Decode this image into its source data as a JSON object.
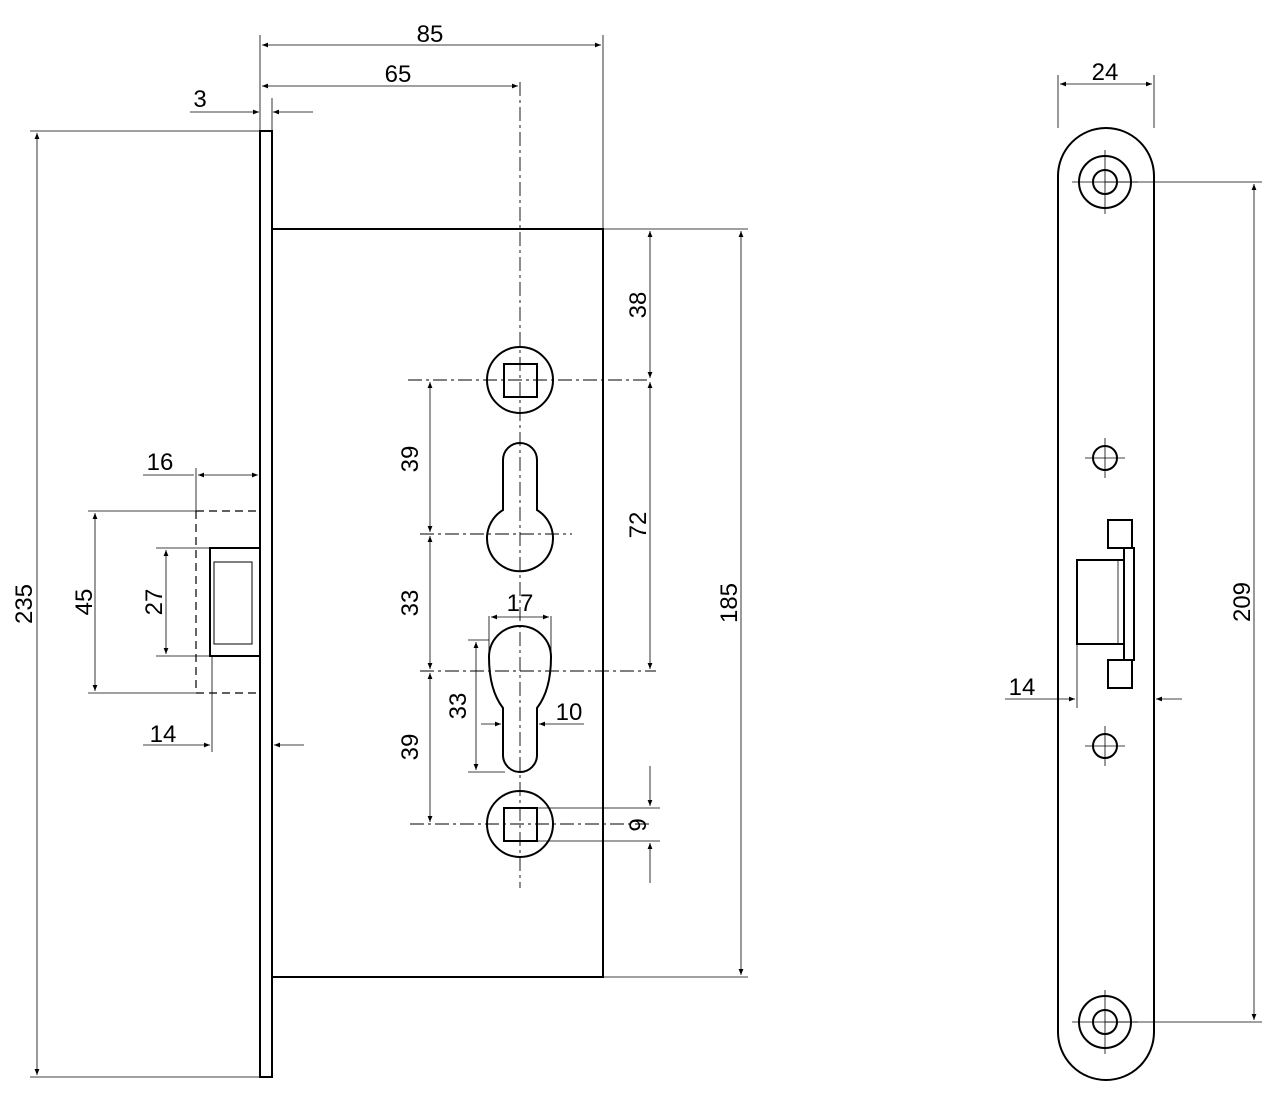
{
  "dimensions": {
    "lock_depth": "85",
    "backset": "65",
    "faceplate_thickness": "3",
    "total_faceplate_height": "235",
    "case_height": "185",
    "handle_top_offset": "38",
    "handle_to_keyhole": "39",
    "keyhole_to_cylinder": "33",
    "handle_spindle_distance": "72",
    "cylinder_to_lower_spindle": "39",
    "cylinder_width": "17",
    "cylinder_inner_height": "33",
    "cylinder_neck_width": "10",
    "lower_square": "9",
    "latch_projection": "16",
    "latch_opening": "45",
    "latch_height": "27",
    "latch_offset": "14",
    "strike_width": "24",
    "strike_hole_distance": "209",
    "strike_latch_offset": "14"
  },
  "colors": {
    "line": "#000000",
    "background": "#ffffff"
  }
}
